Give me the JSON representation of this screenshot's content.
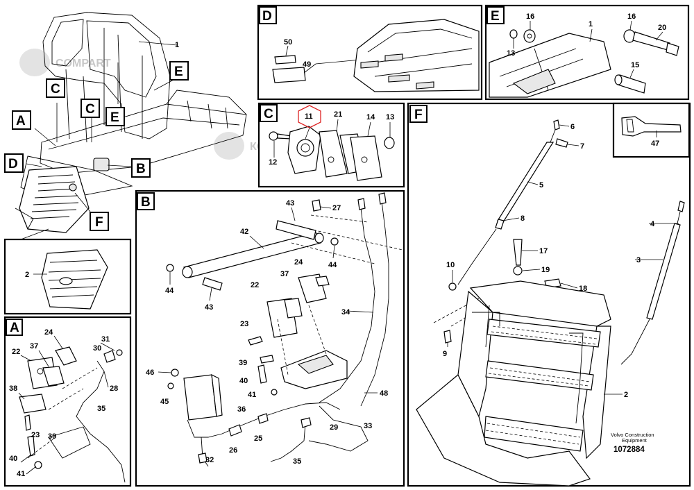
{
  "watermark": {
    "latin": "COMPART",
    "cyrillic": "КОМПАРТ"
  },
  "panels": {
    "A": "A",
    "B": "B",
    "C": "C",
    "D": "D",
    "E": "E",
    "F": "F"
  },
  "overview": {
    "tags": {
      "C1": "C",
      "E1": "E",
      "A": "A",
      "C2": "C",
      "E2": "E",
      "D": "D",
      "B": "B",
      "F": "F"
    },
    "callouts": {
      "c1": "1",
      "c2": "2"
    }
  },
  "panel_d": {
    "callouts": [
      "50",
      "49"
    ]
  },
  "panel_e": {
    "callouts": [
      "16",
      "13",
      "1",
      "16",
      "20",
      "15"
    ]
  },
  "panel_c": {
    "callouts": [
      "11",
      "21",
      "14",
      "13",
      "12"
    ]
  },
  "panel_b": {
    "callouts": [
      "43",
      "27",
      "42",
      "44",
      "44",
      "43",
      "24",
      "37",
      "22",
      "34",
      "23",
      "39",
      "46",
      "40",
      "41",
      "45",
      "48",
      "36",
      "25",
      "29",
      "33",
      "26",
      "32",
      "35"
    ]
  },
  "panel_a": {
    "callouts": [
      "24",
      "31",
      "22",
      "37",
      "30",
      "28",
      "38",
      "35",
      "23",
      "39",
      "40",
      "41"
    ]
  },
  "panel_f": {
    "callouts": [
      "6",
      "7",
      "5",
      "4",
      "8",
      "3",
      "17",
      "10",
      "19",
      "18",
      "9",
      "2"
    ]
  },
  "panel_47": {
    "callouts": [
      "47"
    ]
  },
  "footer": {
    "line1": "Volvo Construction",
    "line2": "Equipment",
    "doc_number": "1072884"
  }
}
